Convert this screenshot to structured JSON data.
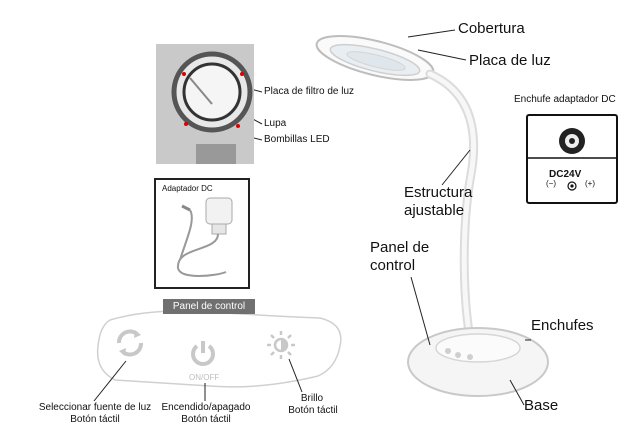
{
  "labels": {
    "cobertura": "Cobertura",
    "placa_de_luz": "Placa de luz",
    "placa_filtro": "Placa de filtro de luz",
    "lupa": "Lupa",
    "bombillas_led": "Bombillas LED",
    "enchufe_adaptador": "Enchufe adaptador DC",
    "estructura_1": "Estructura",
    "estructura_2": "ajustable",
    "adaptador_dc": "Adaptador DC",
    "panel_control_1": "Panel de",
    "panel_control_2": "control",
    "panel_control_bar": "Panel de control",
    "enchufes": "Enchufes",
    "base": "Base",
    "dc_voltage": "DC24V",
    "polarity_minus": "(−)",
    "polarity_plus": "(+)",
    "onoff": "ON/OFF",
    "btn1_line1": "Seleccionar fuente de luz",
    "btn1_line2": "Botón táctil",
    "btn2_line1": "Encendido/apagado",
    "btn2_line2": "Botón táctil",
    "btn3_line1": "Brillo",
    "btn3_line2": "Botón táctil"
  },
  "icons": [
    "refresh-icon",
    "power-icon",
    "brightness-icon"
  ],
  "colors": {
    "line": "#222222",
    "panel_bar": "#707070",
    "lamp": "#f4f4f4"
  }
}
